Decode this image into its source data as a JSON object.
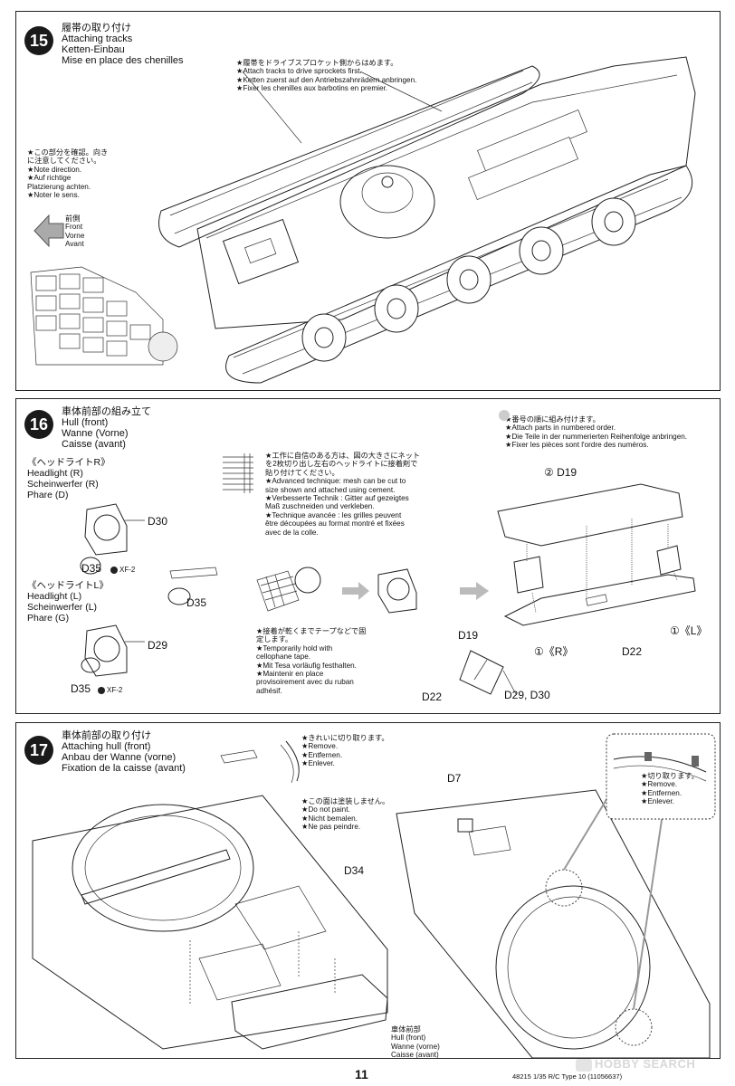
{
  "step15": {
    "number": "15",
    "title_lines": [
      "履帯の取り付け",
      "Attaching tracks",
      "Ketten-Einbau",
      "Mise en place des chenilles"
    ],
    "note_drive": [
      "★履帯をドライブスプロケット側からはめます。",
      "★Attach tracks to drive sprockets first.",
      "★Ketten zuerst auf den Antriebszahnrädern anbringen.",
      "★Fixer les chenilles aux barbotins en premier."
    ],
    "note_direction": [
      "★この部分を確認。向き",
      "に注意してください。",
      "★Note direction.",
      "★Auf richtige",
      "Platzierung achten.",
      "★Noter le sens."
    ],
    "front_label": [
      "前側",
      "Front",
      "Vorne",
      "Avant"
    ]
  },
  "step16": {
    "number": "16",
    "title_lines": [
      "車体前部の組み立て",
      "Hull (front)",
      "Wanne (Vorne)",
      "Caisse (avant)"
    ],
    "headlight_r": [
      "《ヘッドライトR》",
      "Headlight (R)",
      "Scheinwerfer (R)",
      "Phare (D)"
    ],
    "headlight_l": [
      "《ヘッドライトL》",
      "Headlight (L)",
      "Scheinwerfer (L)",
      "Phare (G)"
    ],
    "advanced_note": [
      "★工作に自信のある方は、図の大きさにネット",
      "を2枚切り出し左右のヘッドライトに接着剤で",
      "貼り付けてください。",
      "★Advanced technique: mesh can be cut to",
      "size shown and attached using cement.",
      "★Verbesserte Technik : Gitter auf gezeigtes",
      "Maß zuschneiden und verkleben.",
      "★Technique avancée : les grilles peuvent",
      "être découpées au format montré et fixées",
      "avec de la colle."
    ],
    "tape_note": [
      "★接着が乾くまでテープなどで固",
      "定します。",
      "★Temporarily hold with",
      "cellophane tape.",
      "★Mit Tesa vorläufig festhalten.",
      "★Maintenir en place",
      "provisoirement avec du ruban",
      "adhésif."
    ],
    "order_note": [
      "★番号の順に組み付けます。",
      "★Attach parts in numbered order.",
      "★Die Teile in der nummerierten Reihenfolge anbringen.",
      "★Fixer les pièces sont l'ordre des numéros."
    ],
    "parts": {
      "d30": "D30",
      "d35_top": "D35",
      "paint_top": "XF-2",
      "d35_mid": "D35",
      "d29": "D29",
      "d35_bot": "D35",
      "paint_bot": "XF-2",
      "d19_order": "② D19",
      "r_order": "①《R》",
      "l_order": "①《L》",
      "d22": "D22",
      "d19_small": "D19",
      "d22_small": "D22",
      "d29_d30": "D29, D30"
    }
  },
  "step17": {
    "number": "17",
    "title_lines": [
      "車体前部の取り付け",
      "Attaching hull (front)",
      "Anbau der Wanne (vorne)",
      "Fixation de la caisse (avant)"
    ],
    "remove_note": [
      "★きれいに切り取ります。",
      "★Remove.",
      "★Entfernen.",
      "★Enlever."
    ],
    "paint_note": [
      "★この面は塗装しません。",
      "★Do not paint.",
      "★Nicht bemalen.",
      "★Ne pas peindre."
    ],
    "cut_note": [
      "★切り取ります。",
      "★Remove.",
      "★Entfernen.",
      "★Enlever."
    ],
    "parts": {
      "d34": "D34",
      "d7": "D7"
    },
    "hull_front_label": [
      "車体前部",
      "Hull (front)",
      "Wanne (vorne)",
      "Caisse (avant)"
    ]
  },
  "footer": {
    "page_number": "11",
    "code": "48215  1/35 R/C Type 10  (11056637)",
    "watermark": "HOBBY SEARCH"
  }
}
